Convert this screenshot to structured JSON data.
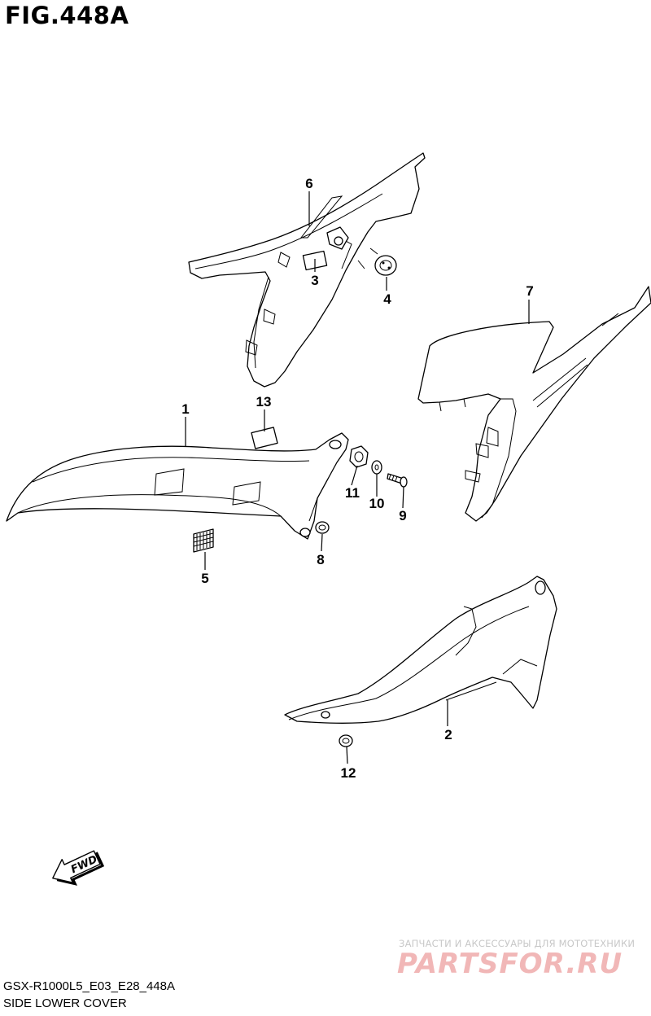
{
  "figure": {
    "title": "FIG.448A"
  },
  "callouts": [
    {
      "id": "1",
      "label": "1"
    },
    {
      "id": "2",
      "label": "2"
    },
    {
      "id": "3",
      "label": "3"
    },
    {
      "id": "4",
      "label": "4"
    },
    {
      "id": "5",
      "label": "5"
    },
    {
      "id": "6",
      "label": "6"
    },
    {
      "id": "7",
      "label": "7"
    },
    {
      "id": "8",
      "label": "8"
    },
    {
      "id": "9",
      "label": "9"
    },
    {
      "id": "10",
      "label": "10"
    },
    {
      "id": "11",
      "label": "11"
    },
    {
      "id": "12",
      "label": "12"
    },
    {
      "id": "13",
      "label": "13"
    }
  ],
  "fwd_label": "FWD",
  "watermark": {
    "tagline": "ЗАПЧАСТИ И АКСЕССУАРЫ ДЛЯ МОТОТЕХНИКИ",
    "logo": "PARTSFOR.RU"
  },
  "footer": {
    "model_code": "GSX-R1000L5_E03_E28_448A",
    "section_name": "SIDE LOWER COVER"
  }
}
